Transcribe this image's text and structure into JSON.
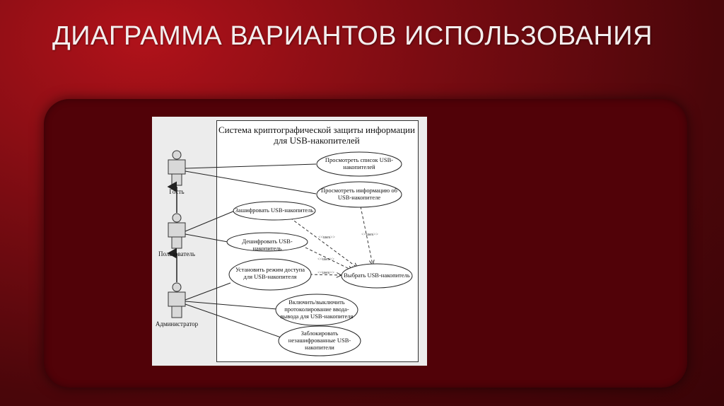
{
  "slide": {
    "title": "ДИАГРАММА ВАРИАНТОВ ИСПОЛЬЗОВАНИЯ"
  },
  "diagram": {
    "system_title": "Система криптографической защиты информации для USB-накопителей",
    "actors": [
      {
        "id": "guest",
        "label": "Гость"
      },
      {
        "id": "user",
        "label": "Пользователь"
      },
      {
        "id": "admin",
        "label": "Администратор"
      }
    ],
    "use_cases": [
      {
        "id": "uc1",
        "label": "Просмотреть список USB-накопителей"
      },
      {
        "id": "uc2",
        "label": "Просмотреть информацию об USB-накопителе"
      },
      {
        "id": "uc3",
        "label": "Зашифровать USB-накопитель"
      },
      {
        "id": "uc4",
        "label": "Дешифровать USB-накопитель"
      },
      {
        "id": "uc5",
        "label": "Установить режим доступа для USB-накопителя"
      },
      {
        "id": "uc6",
        "label": "Выбрать USB-накопитель"
      },
      {
        "id": "uc7",
        "label": "Включить/выключить протоколирование ввода-вывода для USB-накопителя"
      },
      {
        "id": "uc8",
        "label": "Заблокировать незашифрованные USB-накопители"
      }
    ],
    "uses_label": "<<uses>>"
  }
}
